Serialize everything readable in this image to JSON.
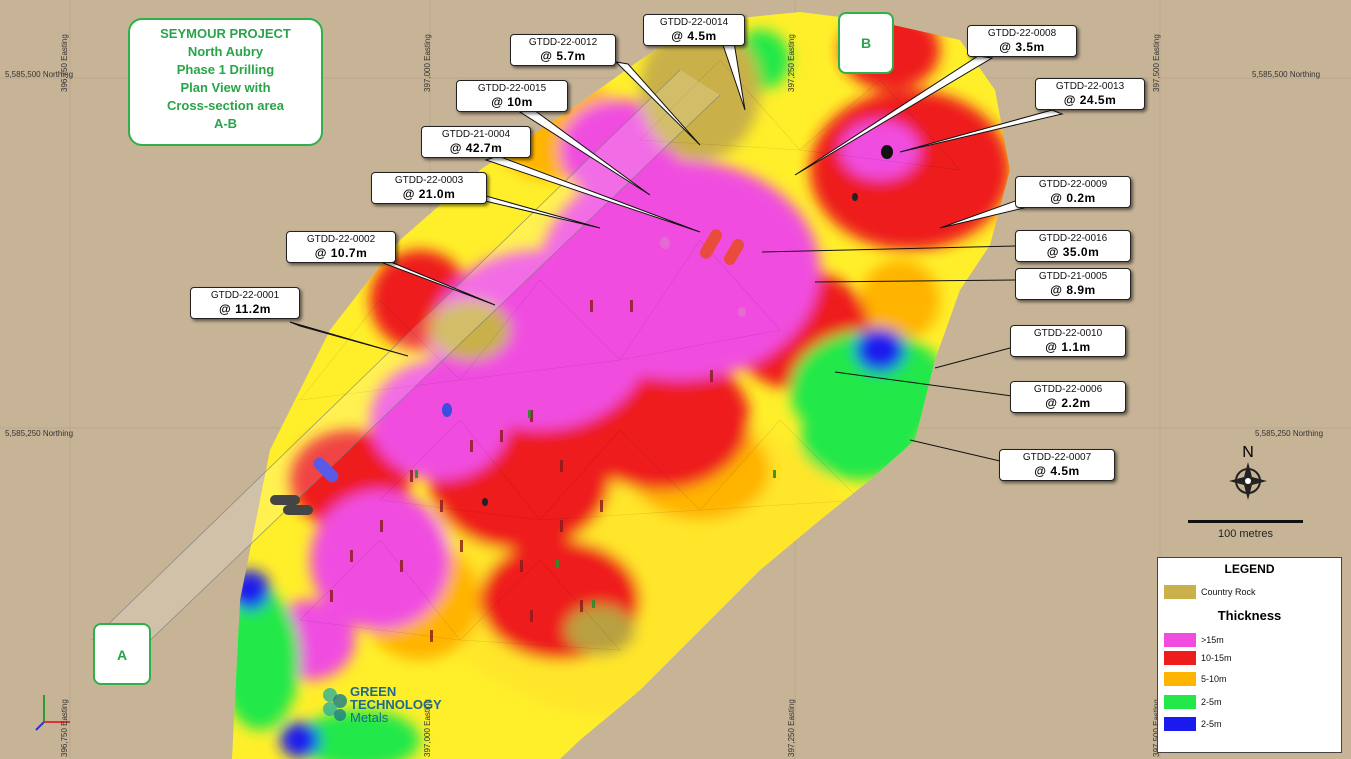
{
  "title": {
    "lines": [
      "SEYMOUR PROJECT",
      "North Aubry",
      "Phase 1 Drilling",
      "Plan View with",
      "Cross-section area",
      "A-B"
    ]
  },
  "section_markers": {
    "a": "A",
    "b": "B"
  },
  "grid_labels": {
    "northing_left_top": "5,585,500 Northing",
    "northing_right_top": "5,585,500 Northing",
    "northing_left_mid": "5,585,250 Northing",
    "northing_right_mid": "5,585,250 Northing",
    "easting_top_1": "396,750 Easting",
    "easting_top_2": "397,000 Easting",
    "easting_top_3": "397,250 Easting",
    "easting_top_4": "397,500 Easting",
    "easting_bottom_1": "396,750 Easting",
    "easting_bottom_2": "397,000 Easting",
    "easting_bottom_3": "397,250 Easting",
    "easting_bottom_4": "397,500 Easting"
  },
  "callouts": [
    {
      "id": "GTDD-22-0014",
      "intercept": "@ 4.5m"
    },
    {
      "id": "GTDD-22-0012",
      "intercept": "@ 5.7m"
    },
    {
      "id": "GTDD-22-0008",
      "intercept": "@ 3.5m"
    },
    {
      "id": "GTDD-22-0013",
      "intercept": "@ 24.5m"
    },
    {
      "id": "GTDD-22-0015",
      "intercept": "@ 10m"
    },
    {
      "id": "GTDD-21-0004",
      "intercept": "@ 42.7m"
    },
    {
      "id": "GTDD-22-0003",
      "intercept": "@ 21.0m"
    },
    {
      "id": "GTDD-22-0009",
      "intercept": "@ 0.2m"
    },
    {
      "id": "GTDD-22-0016",
      "intercept": "@ 35.0m"
    },
    {
      "id": "GTDD-22-0002",
      "intercept": "@ 10.7m"
    },
    {
      "id": "GTDD-21-0005",
      "intercept": "@ 8.9m"
    },
    {
      "id": "GTDD-22-0001",
      "intercept": "@ 11.2m"
    },
    {
      "id": "GTDD-22-0010",
      "intercept": "@ 1.1m"
    },
    {
      "id": "GTDD-22-0006",
      "intercept": "@ 2.2m"
    },
    {
      "id": "GTDD-22-0007",
      "intercept": "@ 4.5m"
    }
  ],
  "north_arrow": {
    "label": "N"
  },
  "scale": {
    "label": "100 metres"
  },
  "legend": {
    "title": "LEGEND",
    "country_rock": {
      "label": "Country Rock",
      "color": "#c9b04a"
    },
    "thickness_title": "Thickness",
    "items": [
      {
        "label": ">15m",
        "color": "#f04de0"
      },
      {
        "label": "10-15m",
        "color": "#ee1c1c"
      },
      {
        "label": "5-10m",
        "color": "#ffb400"
      },
      {
        "label": "2-5m",
        "color": "#23e84a"
      },
      {
        "label": "2-5m",
        "color": "#1a1aee"
      }
    ]
  },
  "logo": {
    "line1": "GREEN",
    "line2": "TECHNOLOGY",
    "line3": "Metals"
  },
  "colors": {
    "background": "#c7b497",
    "magenta": "#f04de0",
    "red": "#ee1c1c",
    "orange": "#ffb400",
    "yellow": "#ffef2a",
    "green": "#23e84a",
    "blue": "#1a1aee",
    "accent_green": "#2fb04a"
  }
}
